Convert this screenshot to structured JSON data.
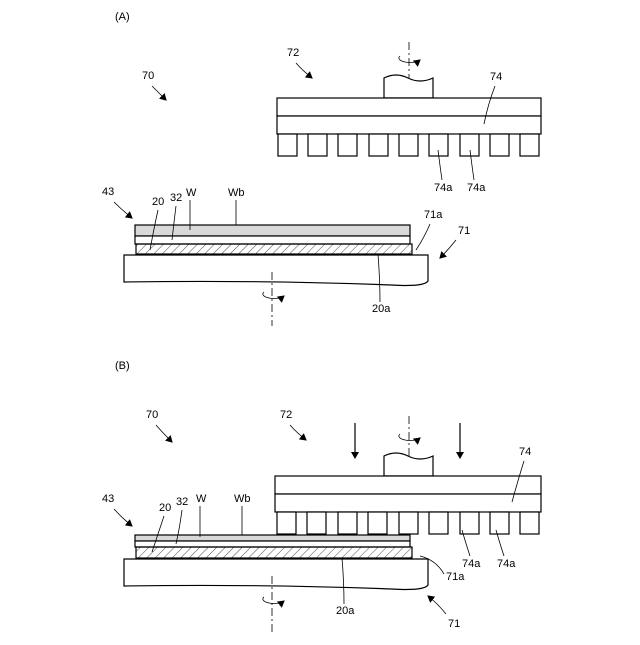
{
  "panels": [
    {
      "label": "(A)",
      "callouts": {
        "apparatus": "70",
        "unit": "72",
        "head": "74",
        "pad_left": "74a",
        "pad_right": "74a",
        "table_unit": "43",
        "substrate": "20",
        "layer": "32",
        "wafer": "W",
        "wafer_back": "Wb",
        "edge": "71a",
        "table": "71",
        "surface": "20a"
      }
    },
    {
      "label": "(B)",
      "callouts": {
        "apparatus": "70",
        "unit": "72",
        "head": "74",
        "pad_left": "74a",
        "pad_right": "74a",
        "table_unit": "43",
        "substrate": "20",
        "layer": "32",
        "wafer": "W",
        "wafer_back": "Wb",
        "edge": "71a",
        "table": "71",
        "surface": "20a"
      }
    }
  ]
}
